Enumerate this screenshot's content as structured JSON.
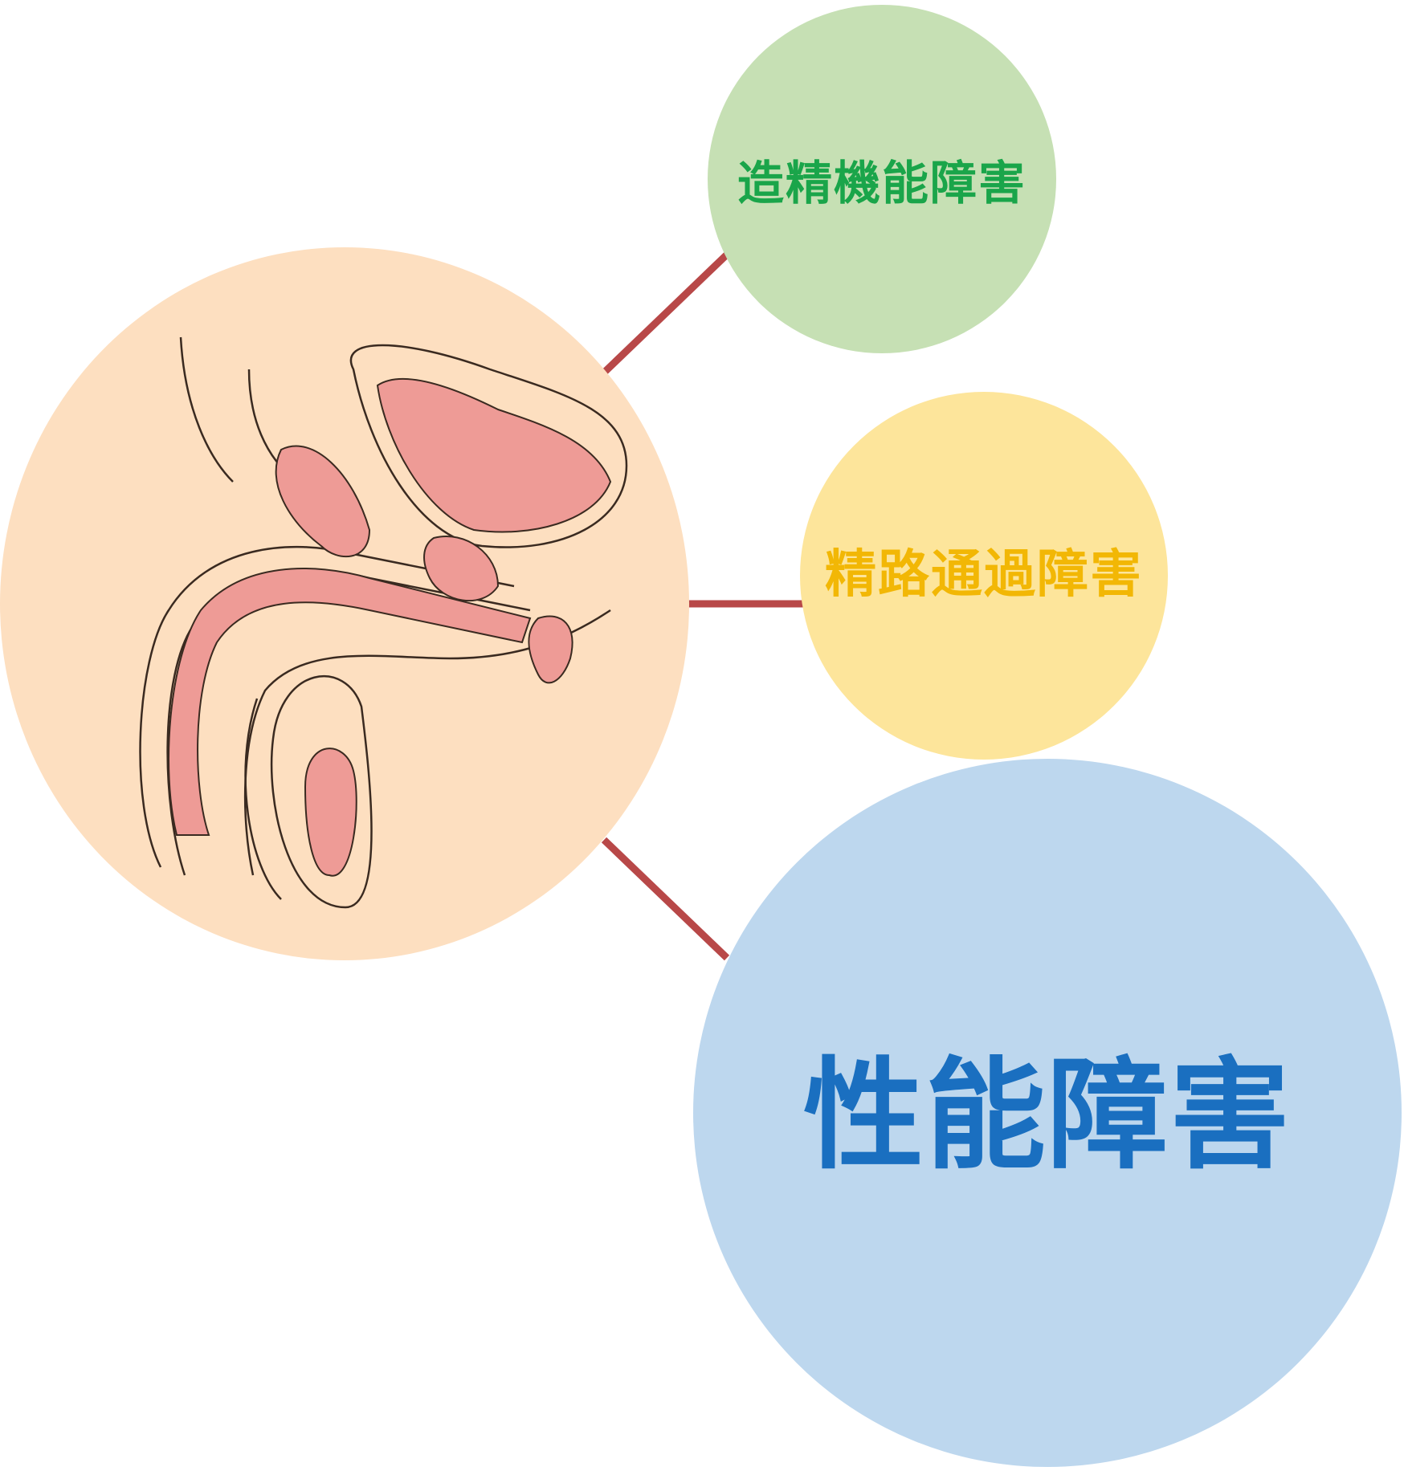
{
  "nodes": {
    "spermatogenesis": {
      "label": "造精機能障害",
      "color": "#c6e0b4",
      "text_color": "#1aa54a"
    },
    "sperm_passage": {
      "label": "精路通過障害",
      "color": "#fde59b",
      "text_color": "#f2b705"
    },
    "sexual_function": {
      "label": "性能障害",
      "color": "#bdd7ee",
      "text_color": "#1a6fc0"
    }
  },
  "center": {
    "icon": "male-reproductive-anatomy-icon",
    "color": "#fddfc0"
  },
  "connector_color": "#b84848"
}
